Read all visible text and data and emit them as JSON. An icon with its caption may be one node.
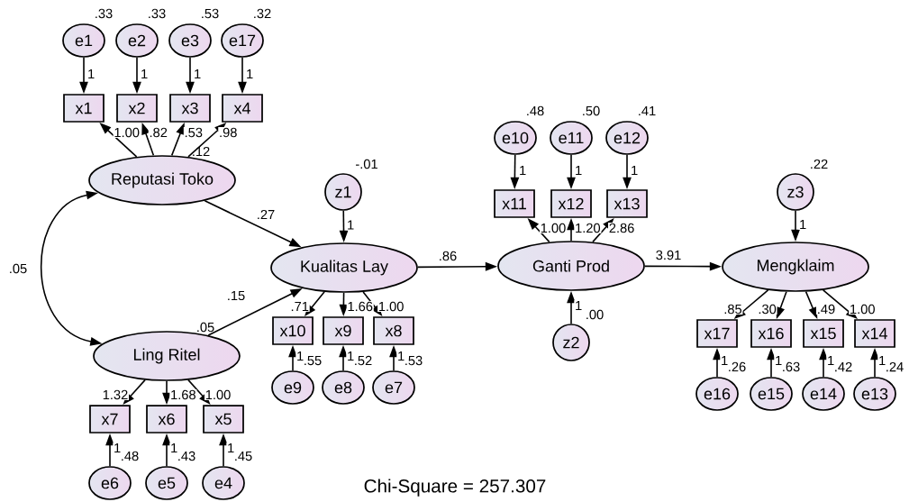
{
  "diagram": {
    "nodes": [
      {
        "text": [
          "e1"
        ],
        "beside": [
          ".33"
        ]
      },
      {
        "text": [
          "e2"
        ],
        "beside": [
          ".33"
        ]
      },
      {
        "text": [
          "e3"
        ],
        "beside": [
          ".53"
        ]
      },
      {
        "text": [
          "e17"
        ],
        "beside": [
          ".32"
        ]
      },
      {
        "text": [
          "x1"
        ]
      },
      {
        "text": [
          "x2"
        ]
      },
      {
        "text": [
          "x3"
        ]
      },
      {
        "text": [
          "x4"
        ]
      },
      {
        "text": [
          "Reputasi Toko"
        ],
        "beside": [
          ".12"
        ]
      },
      {
        "text": [
          "z1"
        ],
        "beside": [
          "-.01"
        ]
      },
      {
        "text": [
          "Kualitas Lay"
        ]
      },
      {
        "text": [
          "x10"
        ]
      },
      {
        "text": [
          "x9"
        ]
      },
      {
        "text": [
          "x8"
        ]
      },
      {
        "text": [
          "e9"
        ],
        "beside": [
          ".55"
        ]
      },
      {
        "text": [
          "e8"
        ],
        "beside": [
          ".52"
        ]
      },
      {
        "text": [
          "e7"
        ],
        "beside": [
          ".53"
        ]
      },
      {
        "text": [
          "Ling Ritel"
        ],
        "beside": [
          ".05"
        ]
      },
      {
        "text": [
          "x7"
        ]
      },
      {
        "text": [
          "x6"
        ]
      },
      {
        "text": [
          "x5"
        ]
      },
      {
        "text": [
          "e6"
        ],
        "beside": [
          ".48"
        ]
      },
      {
        "text": [
          "e5"
        ],
        "beside": [
          ".43"
        ]
      },
      {
        "text": [
          "e4"
        ],
        "beside": [
          ".45"
        ]
      },
      {
        "text": [
          "e10"
        ],
        "beside": [
          ".48"
        ]
      },
      {
        "text": [
          "e11"
        ],
        "beside": [
          ".50"
        ]
      },
      {
        "text": [
          "e12"
        ],
        "beside": [
          ".41"
        ]
      },
      {
        "text": [
          "x11"
        ]
      },
      {
        "text": [
          "x12"
        ]
      },
      {
        "text": [
          "x13"
        ]
      },
      {
        "text": [
          "Ganti Prod"
        ]
      },
      {
        "text": [
          "z2"
        ],
        "beside": [
          ".00"
        ]
      },
      {
        "text": [
          "z3"
        ],
        "beside": [
          ".22"
        ]
      },
      {
        "text": [
          "Mengklaim"
        ]
      },
      {
        "text": [
          "x17"
        ]
      },
      {
        "text": [
          "x16"
        ]
      },
      {
        "text": [
          "x15"
        ]
      },
      {
        "text": [
          "x14"
        ]
      },
      {
        "text": [
          "e16"
        ],
        "beside": [
          ".26"
        ]
      },
      {
        "text": [
          "e15"
        ],
        "beside": [
          ".63"
        ]
      },
      {
        "text": [
          "e14"
        ],
        "beside": [
          ".42"
        ]
      },
      {
        "text": [
          "e13"
        ],
        "beside": [
          ".24"
        ]
      }
    ],
    "edges": [
      {
        "from": 0,
        "to": 4,
        "arrow": "to",
        "label": "1"
      },
      {
        "from": 1,
        "to": 5,
        "arrow": "to",
        "label": "1"
      },
      {
        "from": 2,
        "to": 6,
        "arrow": "to",
        "label": "1"
      },
      {
        "from": 3,
        "to": 7,
        "arrow": "to",
        "label": "1"
      },
      {
        "from": 8,
        "to": 4,
        "arrow": "to",
        "label": "1.00"
      },
      {
        "from": 8,
        "to": 5,
        "arrow": "to",
        "label": ".82"
      },
      {
        "from": 8,
        "to": 6,
        "arrow": "to",
        "label": ".53"
      },
      {
        "from": 8,
        "to": 7,
        "arrow": "to",
        "label": ".98"
      },
      {
        "from": 8,
        "to": 17,
        "arrow": "both",
        "label": ".05"
      },
      {
        "from": 8,
        "to": 10,
        "arrow": "to",
        "label": ".27"
      },
      {
        "from": 17,
        "to": 10,
        "arrow": "to",
        "label": ".15"
      },
      {
        "from": 9,
        "to": 10,
        "arrow": "to",
        "label": "1"
      },
      {
        "from": 10,
        "to": 11,
        "arrow": "to",
        "label": ".71"
      },
      {
        "from": 10,
        "to": 12,
        "arrow": "to",
        "label": "1.66"
      },
      {
        "from": 10,
        "to": 13,
        "arrow": "to",
        "label": "1.00"
      },
      {
        "from": 14,
        "to": 11,
        "arrow": "to",
        "label": "1"
      },
      {
        "from": 15,
        "to": 12,
        "arrow": "to",
        "label": "1"
      },
      {
        "from": 16,
        "to": 13,
        "arrow": "to",
        "label": "1"
      },
      {
        "from": 17,
        "to": 18,
        "arrow": "to",
        "label": "1.32"
      },
      {
        "from": 17,
        "to": 19,
        "arrow": "to",
        "label": "1.68"
      },
      {
        "from": 17,
        "to": 20,
        "arrow": "to",
        "label": "1.00"
      },
      {
        "from": 21,
        "to": 18,
        "arrow": "to",
        "label": "1"
      },
      {
        "from": 22,
        "to": 19,
        "arrow": "to",
        "label": "1"
      },
      {
        "from": 23,
        "to": 20,
        "arrow": "to",
        "label": "1"
      },
      {
        "from": 10,
        "to": 30,
        "arrow": "to",
        "label": ".86"
      },
      {
        "from": 24,
        "to": 27,
        "arrow": "to",
        "label": "1"
      },
      {
        "from": 25,
        "to": 28,
        "arrow": "to",
        "label": "1"
      },
      {
        "from": 26,
        "to": 29,
        "arrow": "to",
        "label": "1"
      },
      {
        "from": 30,
        "to": 27,
        "arrow": "to",
        "label": "1.00"
      },
      {
        "from": 30,
        "to": 28,
        "arrow": "to",
        "label": "1.20"
      },
      {
        "from": 30,
        "to": 29,
        "arrow": "to",
        "label": "2.86"
      },
      {
        "from": 31,
        "to": 30,
        "arrow": "to",
        "label": "1"
      },
      {
        "from": 30,
        "to": 33,
        "arrow": "to",
        "label": "3.91"
      },
      {
        "from": 32,
        "to": 33,
        "arrow": "to",
        "label": "1"
      },
      {
        "from": 33,
        "to": 34,
        "arrow": "to",
        "label": ".85"
      },
      {
        "from": 33,
        "to": 35,
        "arrow": "to",
        "label": ".30"
      },
      {
        "from": 33,
        "to": 36,
        "arrow": "to",
        "label": ".49"
      },
      {
        "from": 33,
        "to": 37,
        "arrow": "to",
        "label": "1.00"
      },
      {
        "from": 38,
        "to": 34,
        "arrow": "to",
        "label": "1"
      },
      {
        "from": 39,
        "to": 35,
        "arrow": "to",
        "label": "1"
      },
      {
        "from": 40,
        "to": 36,
        "arrow": "to",
        "label": "1"
      },
      {
        "from": 41,
        "to": 37,
        "arrow": "to",
        "label": "1"
      }
    ],
    "labels": [
      "Chi-Square = 257.307"
    ]
  }
}
